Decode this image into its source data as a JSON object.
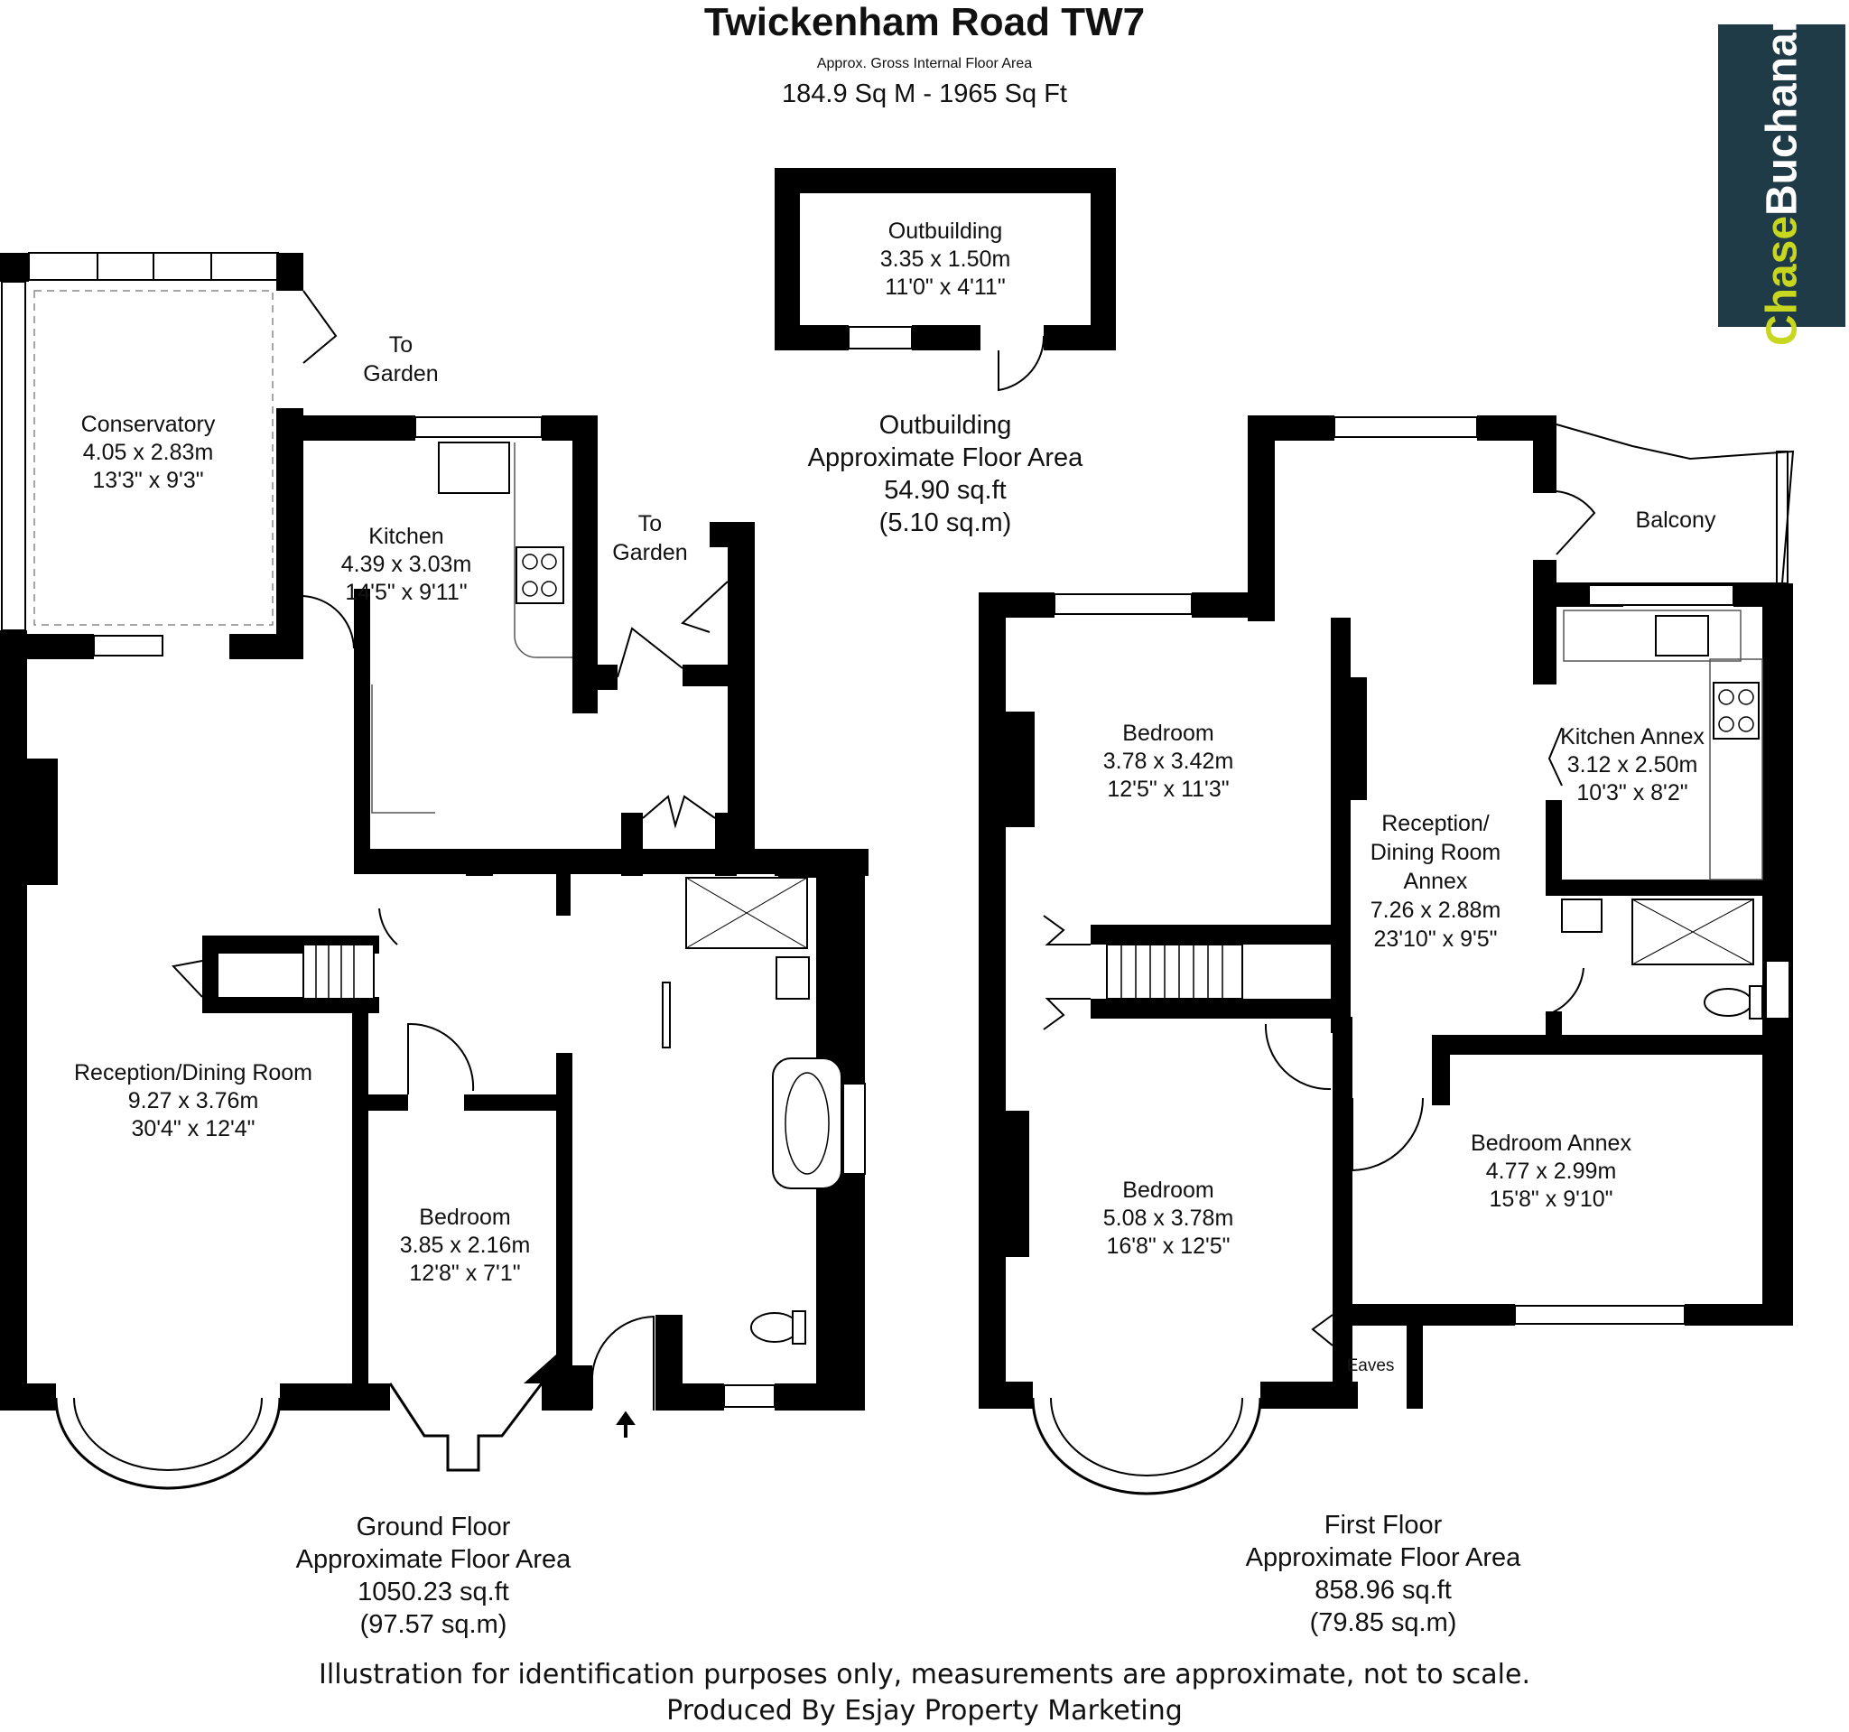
{
  "header": {
    "title": "Twickenham Road TW7",
    "gross_label": "Approx. Gross Internal Floor Area",
    "gross_area": "184.9 Sq M - 1965 Sq Ft"
  },
  "logo": {
    "part1": "Chase",
    "part2": "Buchanan",
    "bg_color": "#1f3b48",
    "accent_color": "#c7d61e"
  },
  "rooms": {
    "outbuilding": {
      "name": "Outbuilding",
      "metric": "3.35 x 1.50m",
      "imperial": "11'0\" x 4'11\""
    },
    "conservatory": {
      "name": "Conservatory",
      "metric": "4.05 x 2.83m",
      "imperial": "13'3\" x 9'3\""
    },
    "kitchen": {
      "name": "Kitchen",
      "metric": "4.39 x 3.03m",
      "imperial": "14'5\" x 9'11\""
    },
    "reception": {
      "name": "Reception/Dining Room",
      "metric": "9.27 x 3.76m",
      "imperial": "30'4\" x 12'4\""
    },
    "gf_bedroom": {
      "name": "Bedroom",
      "metric": "3.85 x 2.16m",
      "imperial": "12'8\" x 7'1\""
    },
    "ff_bedroom1": {
      "name": "Bedroom",
      "metric": "3.78 x 3.42m",
      "imperial": "12'5\" x 11'3\""
    },
    "ff_bedroom2": {
      "name": "Bedroom",
      "metric": "5.08 x 3.78m",
      "imperial": "16'8\" x 12'5\""
    },
    "reception_annex": {
      "name1": "Reception/",
      "name2": "Dining Room",
      "name3": "Annex",
      "metric": "7.26 x 2.88m",
      "imperial": "23'10\" x 9'5\""
    },
    "kitchen_annex": {
      "name": "Kitchen Annex",
      "metric": "3.12 x 2.50m",
      "imperial": "10'3\" x 8'2\""
    },
    "bedroom_annex": {
      "name": "Bedroom Annex",
      "metric": "4.77 x 2.99m",
      "imperial": "15'8\" x 9'10\""
    },
    "balcony": {
      "name": "Balcony"
    },
    "eaves": {
      "name": "Eaves"
    }
  },
  "notes": {
    "to_garden_1": {
      "line1": "To",
      "line2": "Garden"
    },
    "to_garden_2": {
      "line1": "To",
      "line2": "Garden"
    }
  },
  "areas": {
    "outbuilding": {
      "title": "Outbuilding",
      "label": "Approximate Floor Area",
      "sqft": "54.90 sq.ft",
      "sqm": "(5.10 sq.m)"
    },
    "ground": {
      "title": "Ground Floor",
      "label": "Approximate Floor Area",
      "sqft": "1050.23 sq.ft",
      "sqm": "(97.57 sq.m)"
    },
    "first": {
      "title": "First Floor",
      "label": "Approximate Floor Area",
      "sqft": "858.96 sq.ft",
      "sqm": "(79.85 sq.m)"
    }
  },
  "footer": {
    "line1": "Illustration for identification purposes only, measurements are approximate, not to scale.",
    "line2": "Produced By Esjay Property Marketing"
  }
}
